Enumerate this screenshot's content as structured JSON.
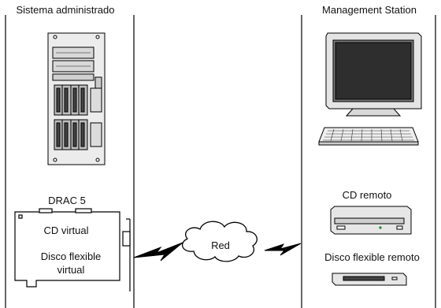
{
  "managed_system": {
    "title": "Sistema administrado",
    "card_title": "DRAC 5",
    "virtual_cd": "CD virtual",
    "virtual_floppy_line1": "Disco flexible",
    "virtual_floppy_line2": "virtual"
  },
  "network": {
    "label": "Red"
  },
  "management_station": {
    "title": "Management Station",
    "remote_cd": "CD remoto",
    "remote_floppy": "Disco flexible remoto"
  }
}
